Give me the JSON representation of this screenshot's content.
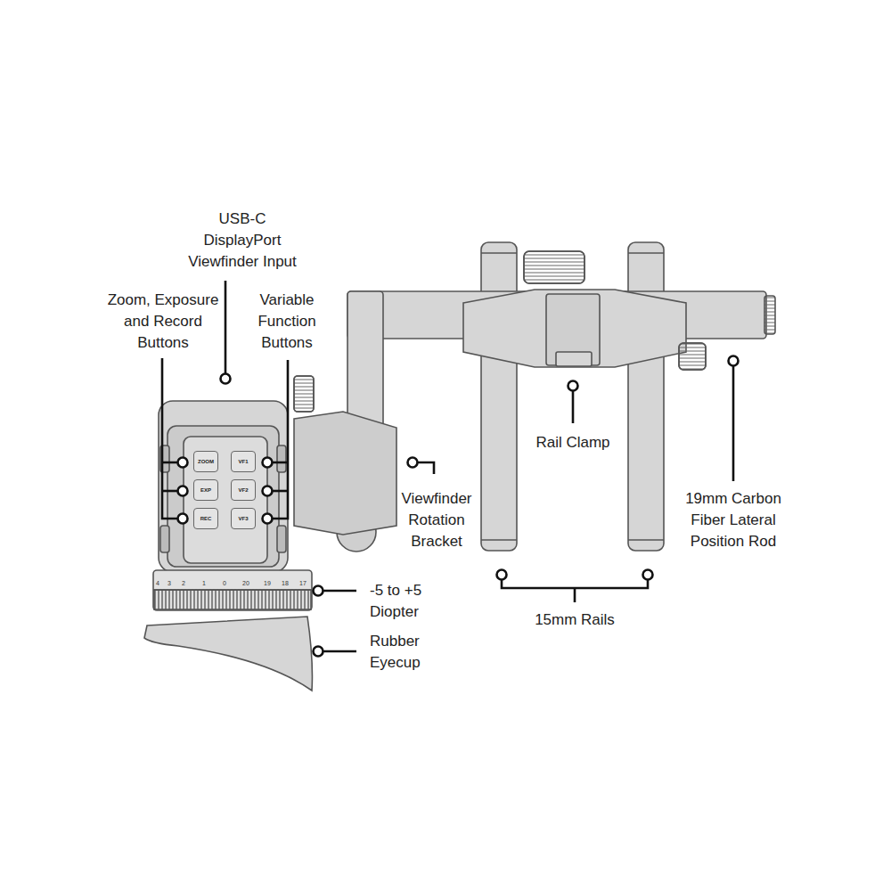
{
  "diagram": {
    "nodes": [
      {
        "text": [
          "ZOOM"
        ]
      },
      {
        "text": [
          "VF1"
        ]
      },
      {
        "text": [
          "EXP"
        ]
      },
      {
        "text": [
          "VF2"
        ]
      },
      {
        "text": [
          "REC"
        ]
      },
      {
        "text": [
          "VF3"
        ]
      }
    ],
    "labels": [
      "USB-C DisplayPort Viewfinder Input",
      "Zoom, Exposure and Record Buttons",
      "Variable Function Buttons",
      "Viewfinder Rotation Bracket",
      "Rail Clamp",
      "19mm Carbon Fiber Lateral Position Rod",
      "-5 to +5 Diopter",
      "Rubber Eyecup",
      "15mm Rails",
      "4",
      "3",
      "2",
      "1",
      "0",
      "20",
      "19",
      "18",
      "17"
    ]
  }
}
